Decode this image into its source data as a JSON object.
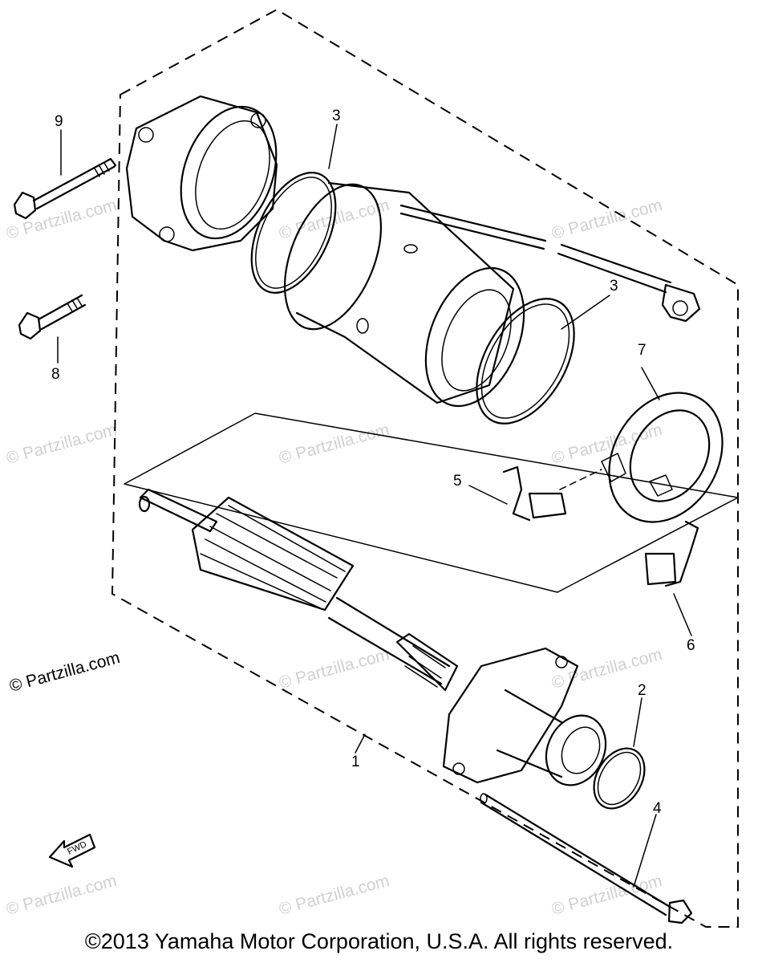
{
  "callouts": {
    "p1": "1",
    "p2": "2",
    "p3a": "3",
    "p3b": "3",
    "p4": "4",
    "p5": "5",
    "p6": "6",
    "p7": "7",
    "p8": "8",
    "p9": "9"
  },
  "fwd_label": "FWD",
  "watermark_text": "© Partzilla.com",
  "copyright": "©2013 Yamaha Motor Corporation, U.S.A. All rights reserved."
}
